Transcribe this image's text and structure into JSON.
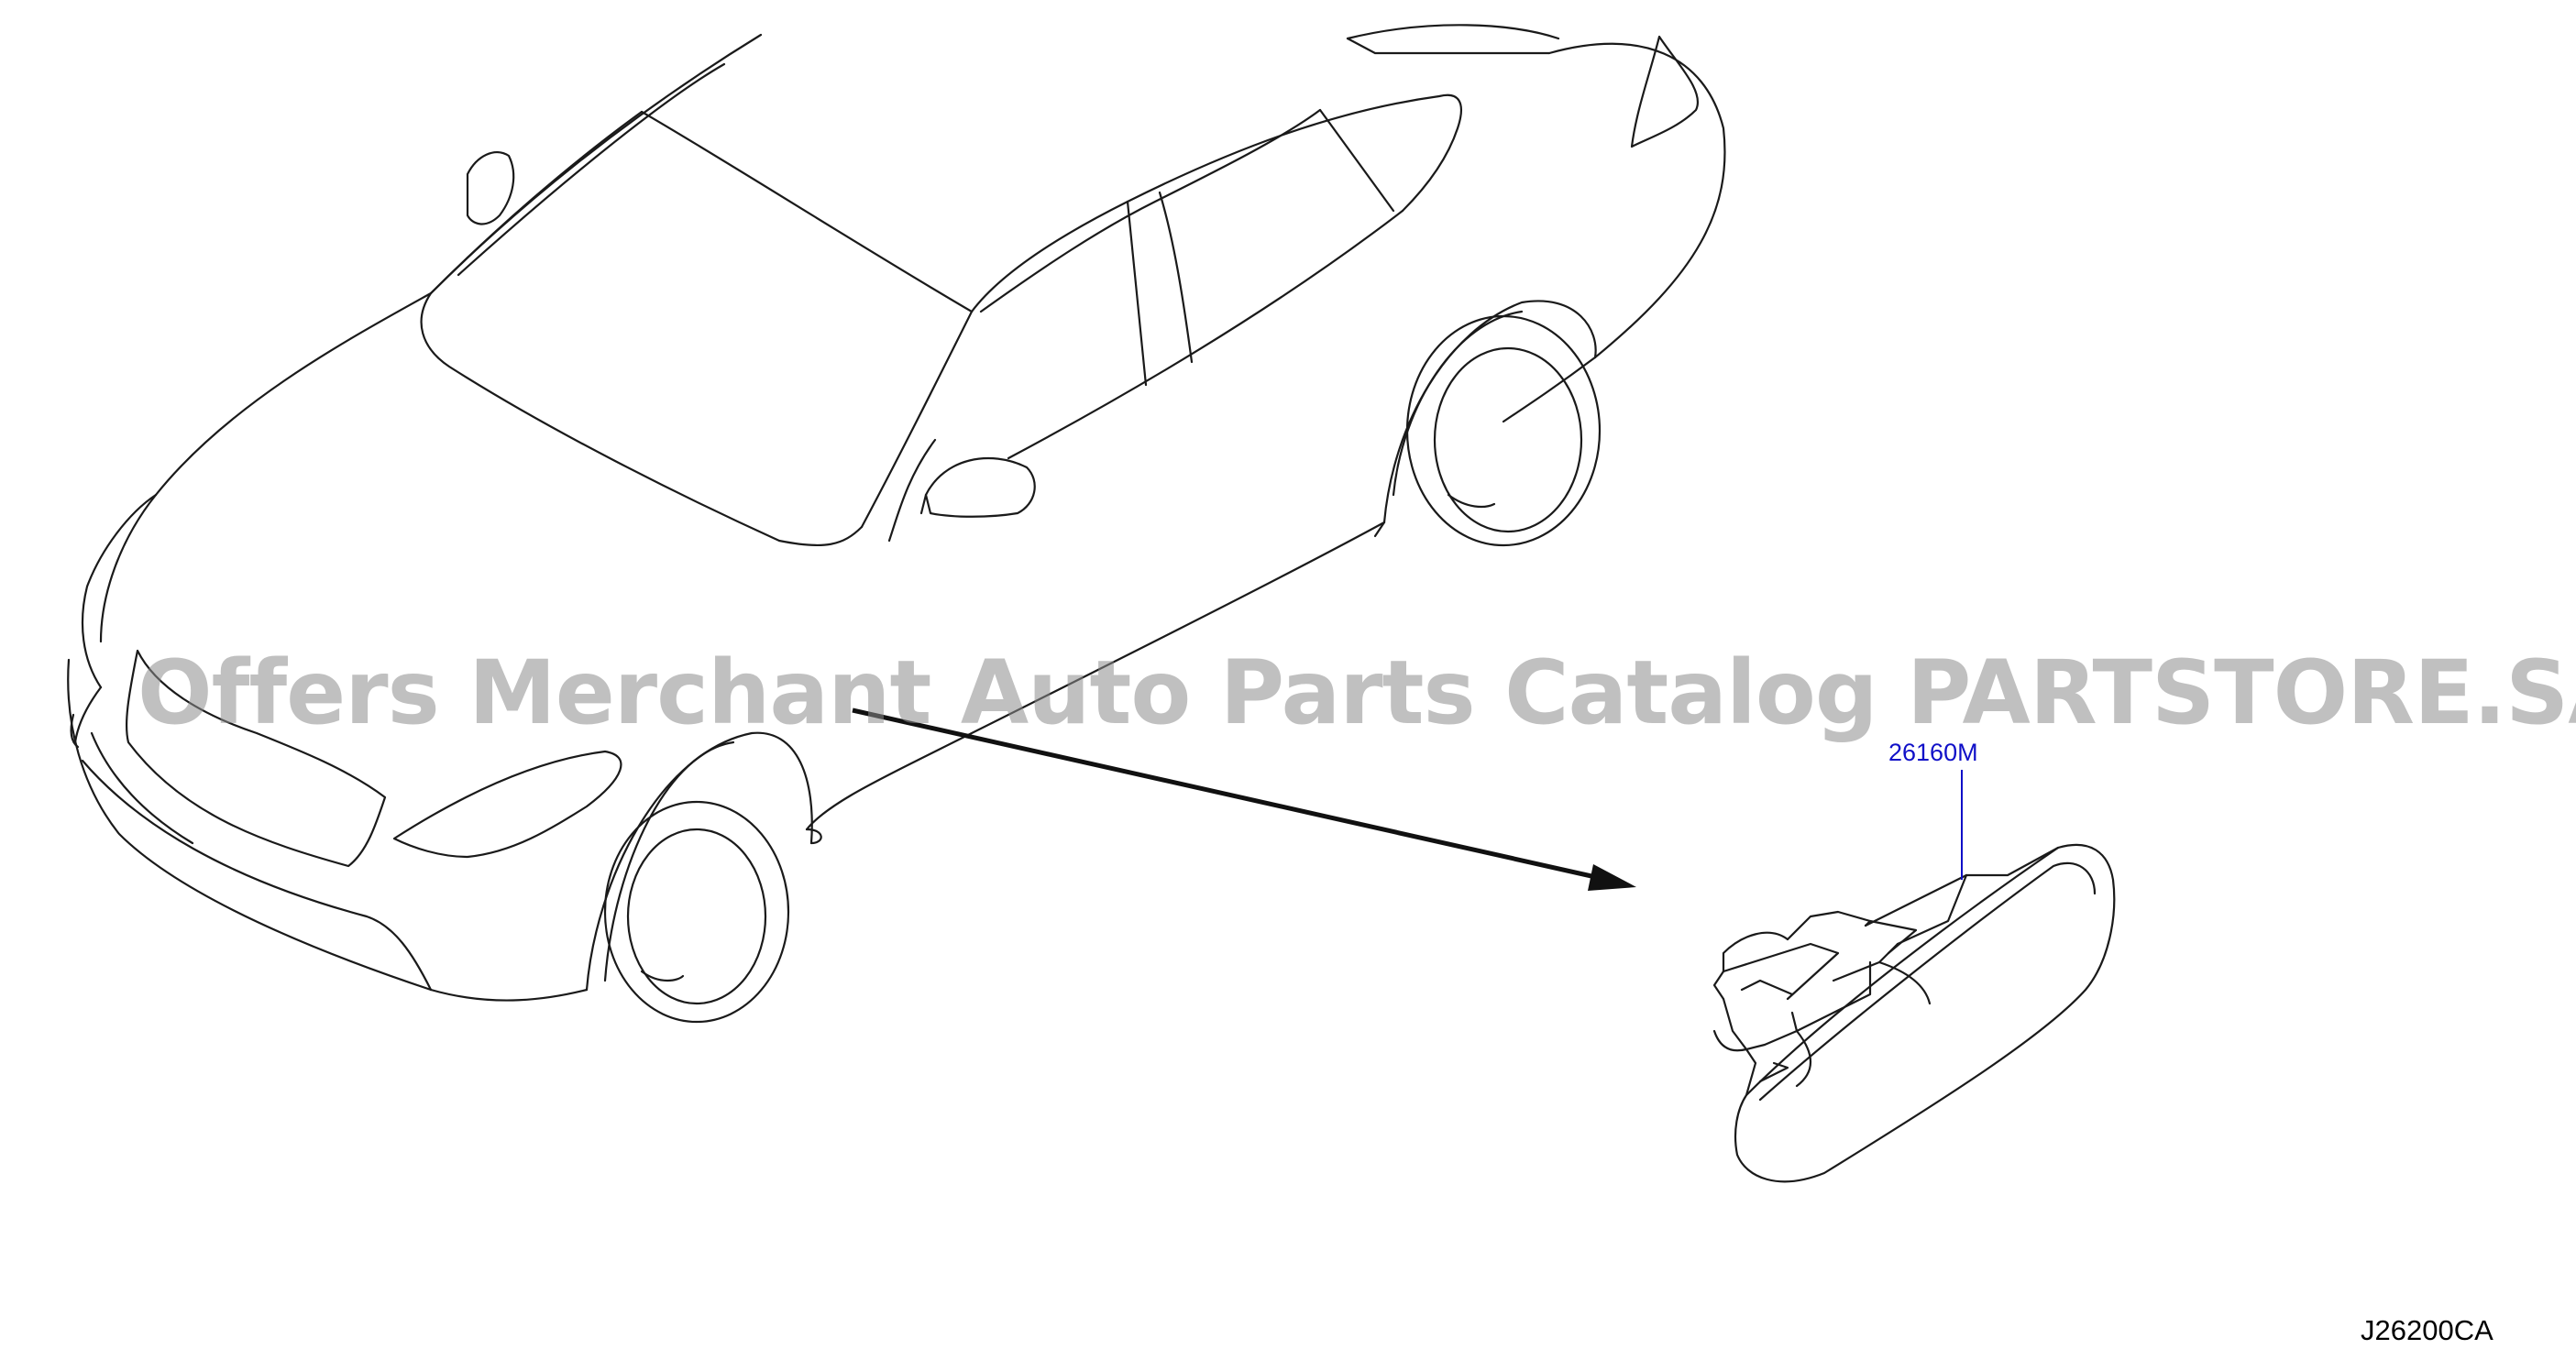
{
  "diagram": {
    "callouts": [
      {
        "part_number": "26160M",
        "color": "#1010c8"
      }
    ],
    "reference_code": "J26200CA",
    "watermark": "Offers Merchant Auto Parts Catalog PARTSTORE.SA",
    "line_color": "#1a1a1a",
    "icons": [
      "car-outline",
      "side-turn-signal-lamp",
      "pointer-arrow"
    ]
  }
}
